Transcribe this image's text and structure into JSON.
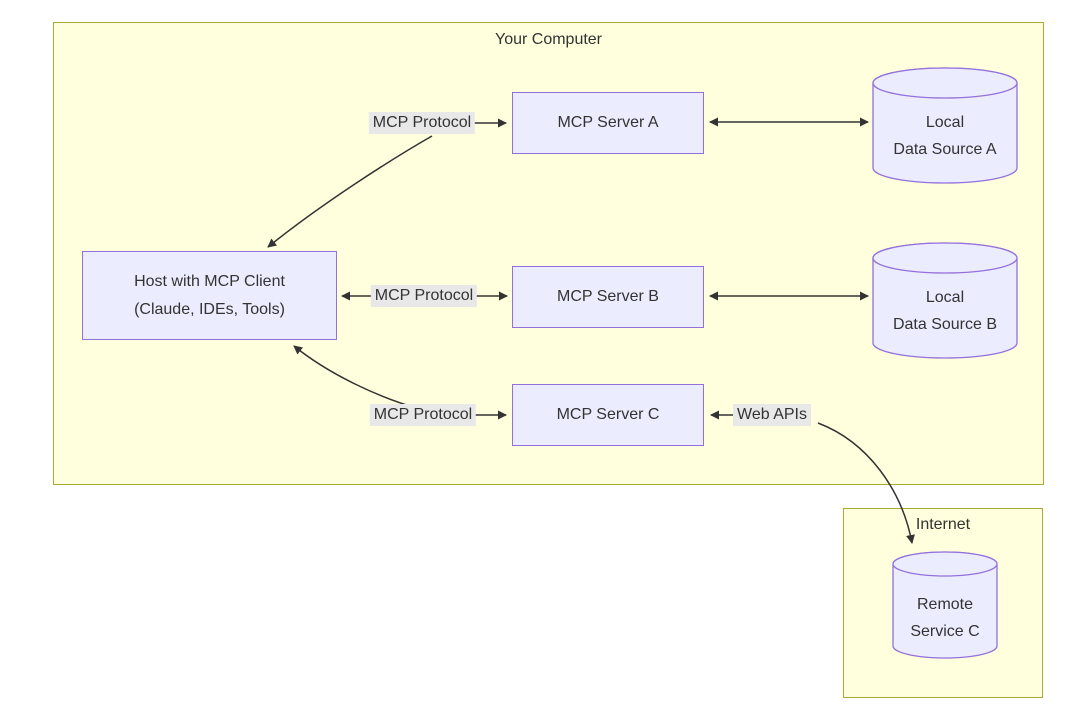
{
  "colors": {
    "page-bg": "#ffffff",
    "cluster-fill": "#ffffde",
    "cluster-border": "#aaaa33",
    "node-fill": "#ECECFF",
    "node-border": "#9370DB",
    "edge-color": "#333333",
    "edge-label-bg": "#e8e8e8",
    "text-color": "#333333"
  },
  "containers": {
    "your_computer": {
      "label": "Your Computer"
    },
    "internet": {
      "label": "Internet"
    }
  },
  "nodes": {
    "host": {
      "line1": "Host with MCP Client",
      "line2": "(Claude, IDEs, Tools)"
    },
    "server_a": {
      "label": "MCP Server A"
    },
    "server_b": {
      "label": "MCP Server B"
    },
    "server_c": {
      "label": "MCP Server C"
    },
    "data_a": {
      "line1": "Local",
      "line2": "Data Source A"
    },
    "data_b": {
      "line1": "Local",
      "line2": "Data Source B"
    },
    "remote_c": {
      "line1": "Remote",
      "line2": "Service C"
    }
  },
  "edge_labels": {
    "protocol_a": "MCP Protocol",
    "protocol_b": "MCP Protocol",
    "protocol_c": "MCP Protocol",
    "web_apis": "Web APIs"
  }
}
